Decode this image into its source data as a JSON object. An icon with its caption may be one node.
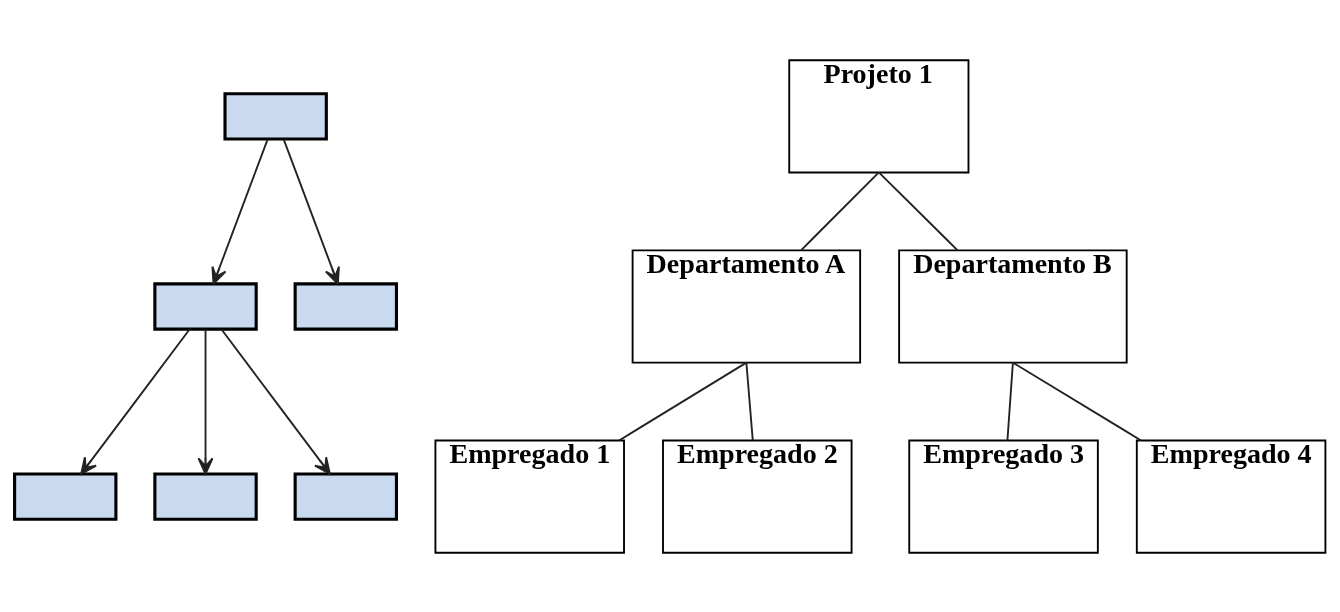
{
  "diagram": {
    "nodes": [
      {
        "text": [],
        "shape": "box"
      },
      {
        "text": [],
        "shape": "box"
      },
      {
        "text": [],
        "shape": "box"
      },
      {
        "text": [],
        "shape": "box"
      },
      {
        "text": [],
        "shape": "box"
      },
      {
        "text": [],
        "shape": "box"
      },
      {
        "text": [
          "Projeto 1"
        ]
      },
      {
        "text": [
          "Departamento A"
        ]
      },
      {
        "text": [
          "Departamento B"
        ]
      },
      {
        "text": [
          "Empregado 1"
        ]
      },
      {
        "text": [
          "Empregado 2"
        ]
      },
      {
        "text": [
          "Empregado 3"
        ]
      },
      {
        "text": [
          "Empregado 4"
        ]
      }
    ],
    "edges": [
      {
        "from": 0,
        "to": 1,
        "arrow": "to"
      },
      {
        "from": 0,
        "to": 2,
        "arrow": "to"
      },
      {
        "from": 1,
        "to": 3,
        "arrow": "to"
      },
      {
        "from": 1,
        "to": 4,
        "arrow": "to"
      },
      {
        "from": 1,
        "to": 5,
        "arrow": "to"
      },
      {
        "from": 6,
        "to": 7,
        "arrow": "none"
      },
      {
        "from": 6,
        "to": 8,
        "arrow": "none"
      },
      {
        "from": 7,
        "to": 9,
        "arrow": "none"
      },
      {
        "from": 7,
        "to": 10,
        "arrow": "none"
      },
      {
        "from": 8,
        "to": 11,
        "arrow": "none"
      },
      {
        "from": 8,
        "to": 12,
        "arrow": "none"
      }
    ]
  }
}
